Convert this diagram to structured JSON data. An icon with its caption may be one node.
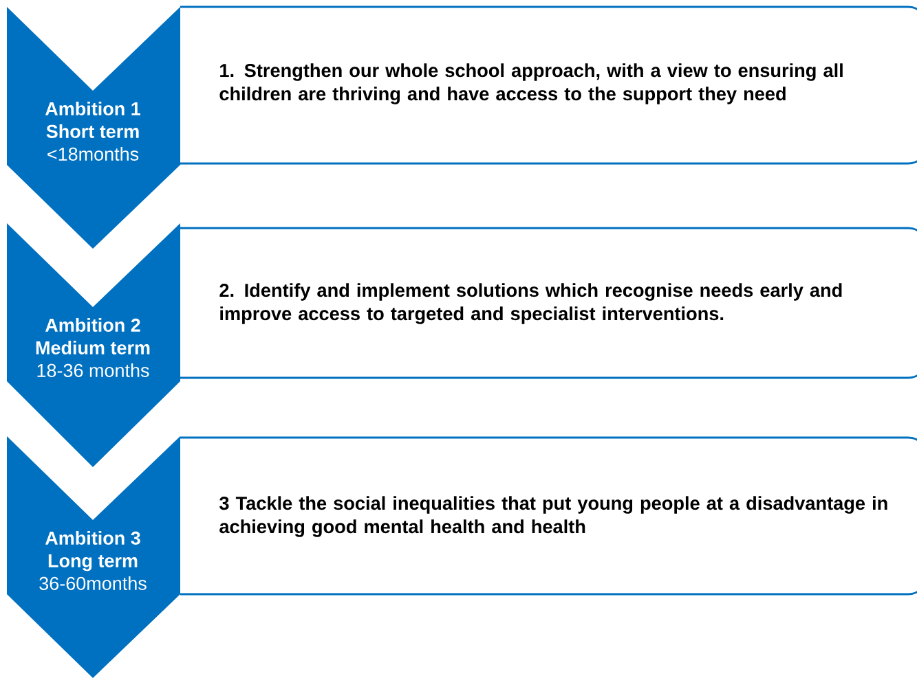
{
  "diagram": {
    "nodes": [
      {
        "text": [
          "Ambition 1",
          "Short term",
          "<18months"
        ]
      },
      {
        "text": [
          "1. Strengthen our whole school approach, with a view to ensuring all children are thriving and have access to the support they need"
        ]
      },
      {
        "text": [
          "Ambition 2",
          "Medium term",
          "18-36 months"
        ]
      },
      {
        "text": [
          "2. Identify and implement solutions which recognise needs early and improve access to targeted and specialist interventions."
        ]
      },
      {
        "text": [
          "Ambition 3",
          "Long term",
          "36-60months"
        ]
      },
      {
        "text": [
          "3 Tackle the social inequalities that put young people at a disadvantage in achieving good mental health and health"
        ]
      }
    ]
  }
}
